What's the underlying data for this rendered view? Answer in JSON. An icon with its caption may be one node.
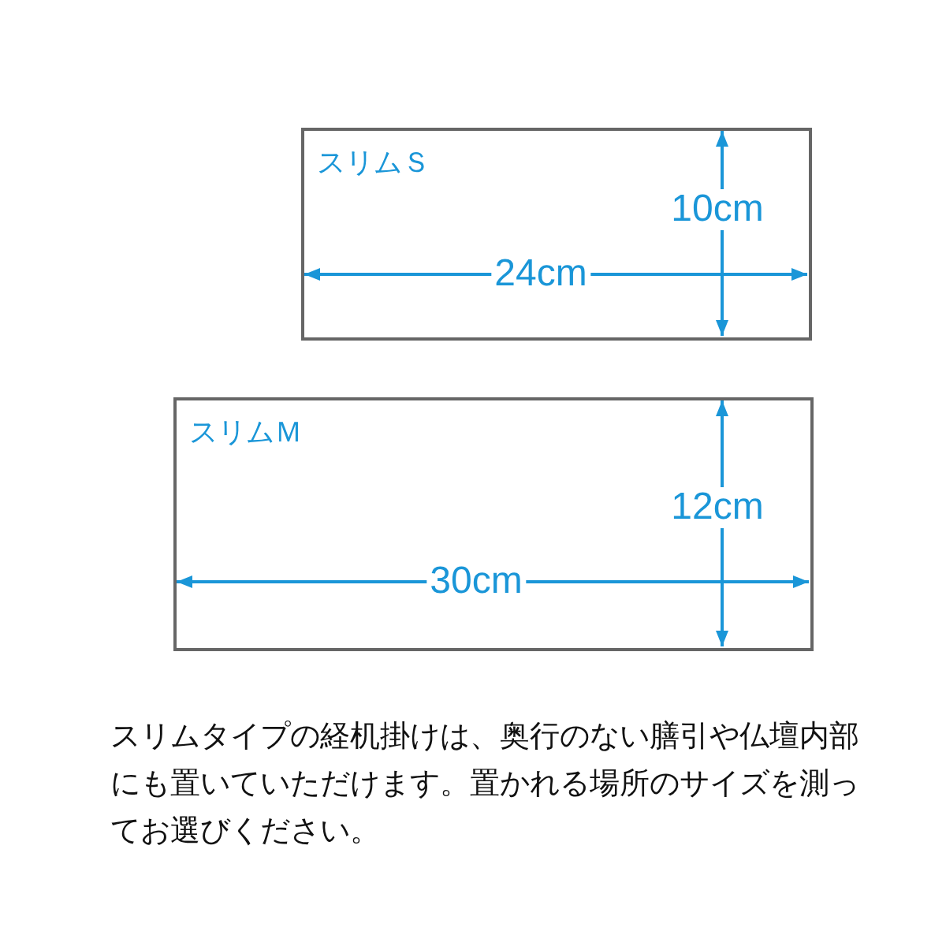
{
  "diagram": {
    "caption": "スリムタイプの経机掛けは、奥行のない膳引や仏壇内部にも置いていただけます。置かれる場所のサイズを測ってお選びください。",
    "nodes": [
      {
        "text": [
          "スリムＳ"
        ]
      },
      {
        "text": [
          "スリムＭ"
        ]
      }
    ],
    "labels": [
      "10cm",
      "24cm",
      "12cm",
      "30cm"
    ]
  }
}
